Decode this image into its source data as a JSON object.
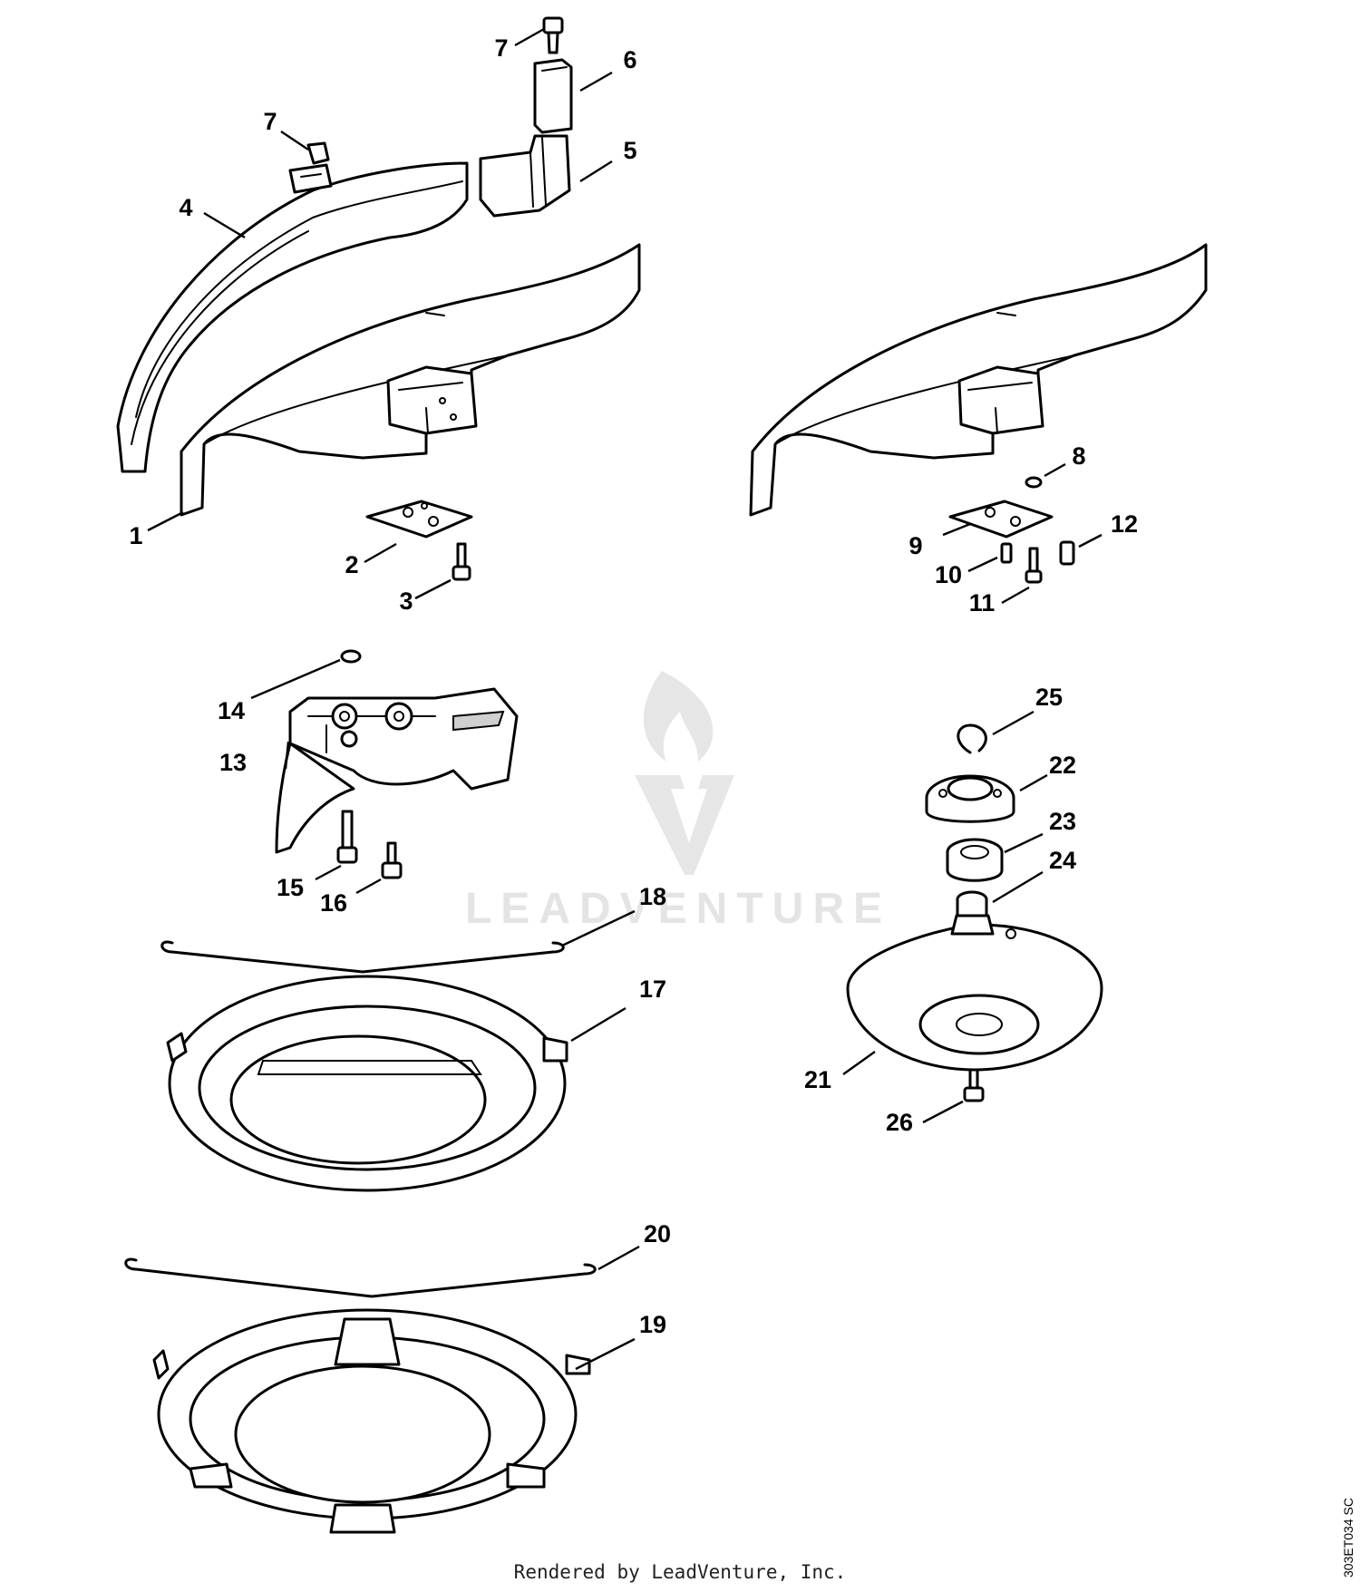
{
  "callouts": {
    "c1": "1",
    "c2": "2",
    "c3": "3",
    "c4": "4",
    "c5": "5",
    "c6": "6",
    "c7a": "7",
    "c7b": "7",
    "c8": "8",
    "c9": "9",
    "c10": "10",
    "c11": "11",
    "c12": "12",
    "c13": "13",
    "c14": "14",
    "c15": "15",
    "c16": "16",
    "c17": "17",
    "c18": "18",
    "c19": "19",
    "c20": "20",
    "c21": "21",
    "c22": "22",
    "c23": "23",
    "c24": "24",
    "c25": "25",
    "c26": "26"
  },
  "watermark": {
    "brand": "LEADVENTURE"
  },
  "footer": {
    "text": "Rendered by LeadVenture, Inc."
  },
  "drawing_code": "303ET034 SC"
}
